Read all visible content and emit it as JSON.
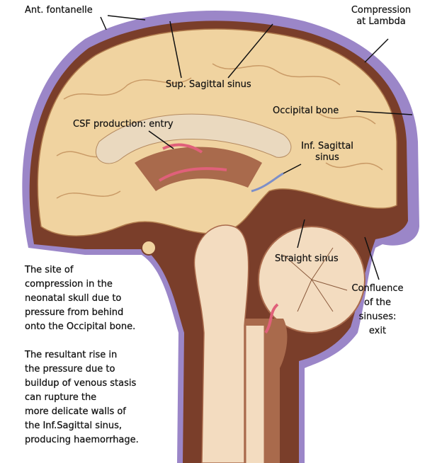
{
  "colors": {
    "skull": "#9b86c8",
    "dura": "#7a3e2a",
    "brain": "#f0d3a0",
    "csf": "#a96a4c",
    "plexus": "#e0607a",
    "stem": "#f3dcc0"
  },
  "labels": {
    "ant_fontanelle": "Ant. fontanelle",
    "compression_line1": "Compression",
    "compression_line2": "at Lambda",
    "sup_sagittal": "Sup. Sagittal sinus",
    "occipital": "Occipital bone",
    "csf_production": "CSF production: entry",
    "inf_sagittal_line1": "Inf. Sagittal",
    "inf_sagittal_line2": "sinus",
    "straight_sinus": "Straight sinus",
    "confluence_line1": "Confluence",
    "confluence_line2": "of the",
    "confluence_line3": "sinuses:",
    "confluence_line4": "exit"
  },
  "paragraph1": [
    "The site of",
    "compression in the",
    "neonatal skull due to",
    "pressure from behind",
    "onto the Occipital bone."
  ],
  "paragraph2": [
    "The resultant rise in",
    "the pressure due to",
    "buildup of venous stasis",
    "can rupture the",
    "more delicate walls of",
    "the Inf.Sagittal sinus,",
    "producing haemorrhage."
  ]
}
